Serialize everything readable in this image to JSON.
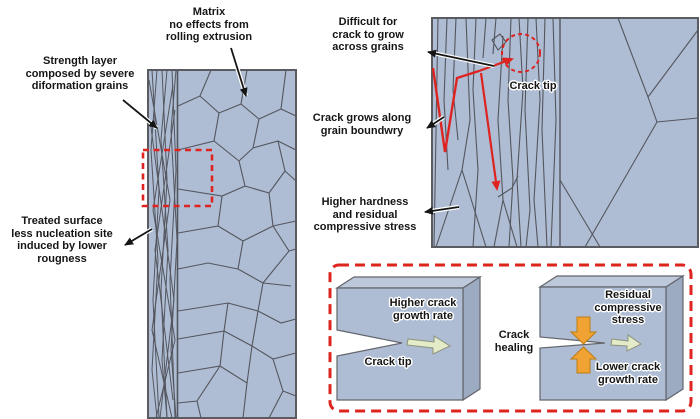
{
  "figure_type": "material-science-diagram",
  "colors": {
    "grain_fill": "#aebdd4",
    "grain_line": "#54565e",
    "panel_border": "#5a5c62",
    "highlight_red": "#dd2420",
    "orange_arrow": "#f0a232",
    "pale_green_arrow": "#e4ebc8",
    "block_top_face": "#bdc9da",
    "block_side_face": "#9cabc2",
    "text": "#151515"
  },
  "left_panel": {
    "labels": {
      "matrix": "Matrix\nno effects from\nrolling extrusion",
      "strength_layer": "Strength layer\ncomposed by severe\ndiformation grains",
      "treated_surface": "Treated surface\nless nucleation site\ninduced by lower\nrougness"
    }
  },
  "right_panel": {
    "labels": {
      "difficult": "Difficult for\ncrack to grow\nacross grains",
      "crack_tip": "Crack tip",
      "crack_grows": "Crack grows along\ngrain boundwry",
      "higher_hardness": "Higher hardness\nand residual\ncompressive stress"
    }
  },
  "inset": {
    "labels": {
      "higher_rate": "Higher crack\ngrowth rate",
      "crack_tip": "Crack tip",
      "crack_healing": "Crack\nhealing",
      "residual_stress": "Residual\ncompressive\nstress",
      "lower_rate": "Lower crack\ngrowth rate"
    }
  }
}
